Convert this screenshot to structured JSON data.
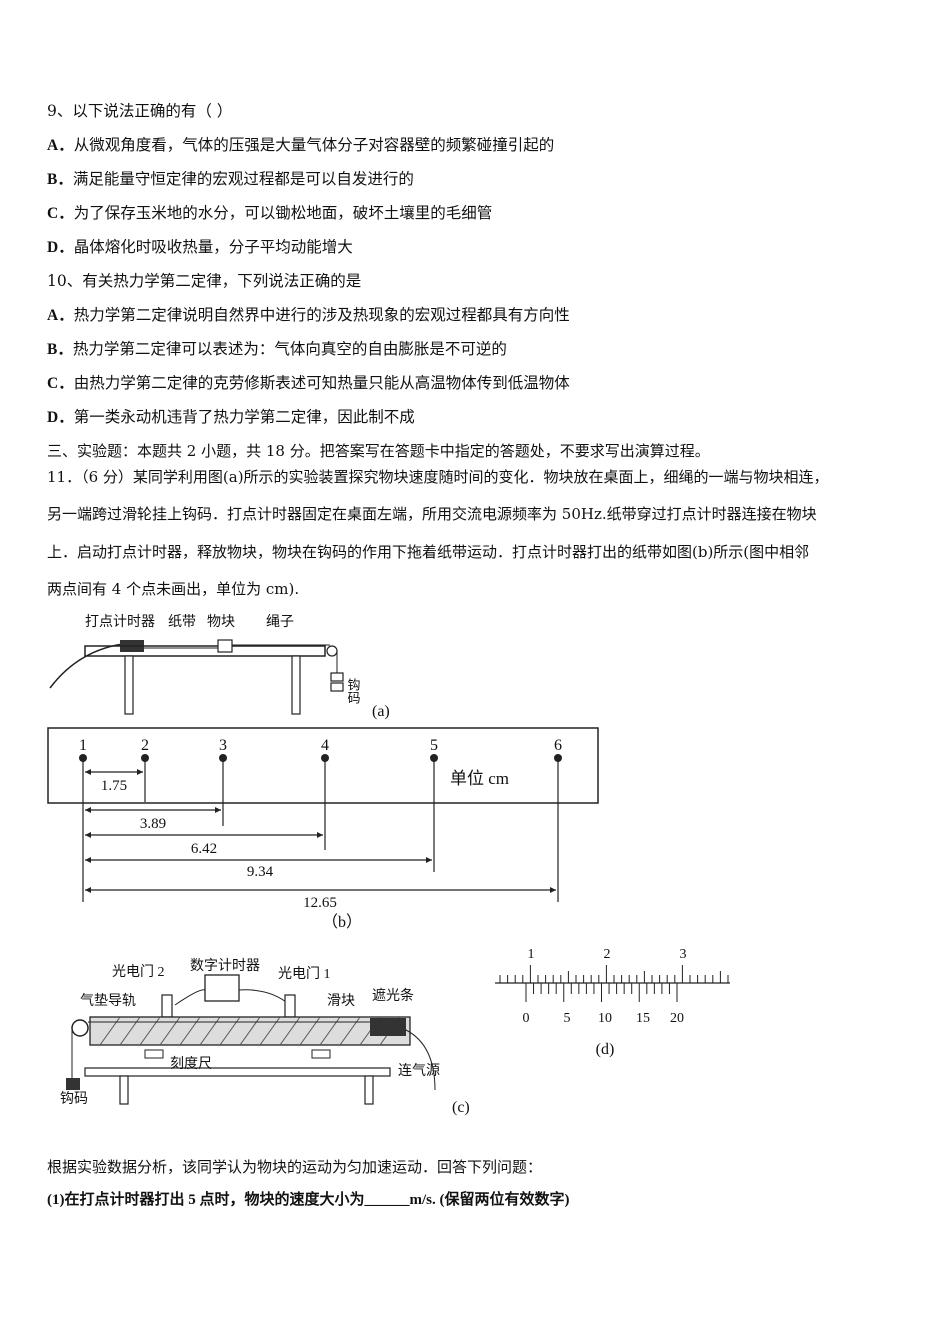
{
  "q9": {
    "stem": "9、以下说法正确的有（   ）",
    "options": [
      {
        "label": "A．",
        "text": "从微观角度看，气体的压强是大量气体分子对容器壁的频繁碰撞引起的"
      },
      {
        "label": "B．",
        "text": "满足能量守恒定律的宏观过程都是可以自发进行的"
      },
      {
        "label": "C．",
        "text": "为了保存玉米地的水分，可以锄松地面，破坏土壤里的毛细管"
      },
      {
        "label": "D．",
        "text": "晶体熔化时吸收热量，分子平均动能增大"
      }
    ]
  },
  "q10": {
    "stem": "10、有关热力学第二定律，下列说法正确的是",
    "options": [
      {
        "label": "A．",
        "text": "热力学第二定律说明自然界中进行的涉及热现象的宏观过程都具有方向性"
      },
      {
        "label": "B．",
        "text": "热力学第二定律可以表述为：气体向真空的自由膨胀是不可逆的"
      },
      {
        "label": "C．",
        "text": "由热力学第二定律的克劳修斯表述可知热量只能从高温物体传到低温物体"
      },
      {
        "label": "D．",
        "text": "第一类永动机违背了热力学第二定律，因此制不成"
      }
    ]
  },
  "section3": "三、实验题：本题共 2 小题，共 18 分。把答案写在答题卡中指定的答题处，不要求写出演算过程。",
  "q11": {
    "line1": "11．（6 分）某同学利用图(a)所示的实验装置探究物块速度随时间的变化．物块放在桌面上，细绳的一端与物块相连，",
    "line2": "另一端跨过滑轮挂上钩码．打点计时器固定在桌面左端，所用交流电源频率为 50Hz.纸带穿过打点计时器连接在物块",
    "line3": "上．启动打点计时器，释放物块，物块在钩码的作用下拖着纸带运动．打点计时器打出的纸带如图(b)所示(图中相邻",
    "line4": "两点间有 4 个点未画出，单位为 cm).",
    "analysis": "根据实验数据分析，该同学认为物块的运动为匀加速运动．回答下列问题：",
    "sub1": "(1)在打点计时器打出 5 点时，物块的速度大小为______m/s. (保留两位有效数字)"
  },
  "fig_a": {
    "timer": "打点计时器",
    "tape": "纸带",
    "block": "物块",
    "rope": "绳子",
    "weight": "钩码",
    "caption": "(a)"
  },
  "fig_b": {
    "points": [
      "1",
      "2",
      "3",
      "4",
      "5",
      "6"
    ],
    "unit": "单位 cm",
    "distances": [
      "1.75",
      "3.89",
      "6.42",
      "9.34",
      "12.65"
    ],
    "caption": "（b）"
  },
  "fig_c": {
    "gate2": "光电门 2",
    "timer": "数字计时器",
    "gate1": "光电门 1",
    "track": "气垫导轨",
    "slider": "滑块",
    "shade": "遮光条",
    "ruler": "刻度尺",
    "air": "连气源",
    "weight": "钩码",
    "caption": "(c)"
  },
  "fig_d": {
    "main_labels": [
      "1",
      "2",
      "3"
    ],
    "vernier_labels": [
      "0",
      "5",
      "10",
      "15",
      "20"
    ],
    "caption": "(d)"
  }
}
